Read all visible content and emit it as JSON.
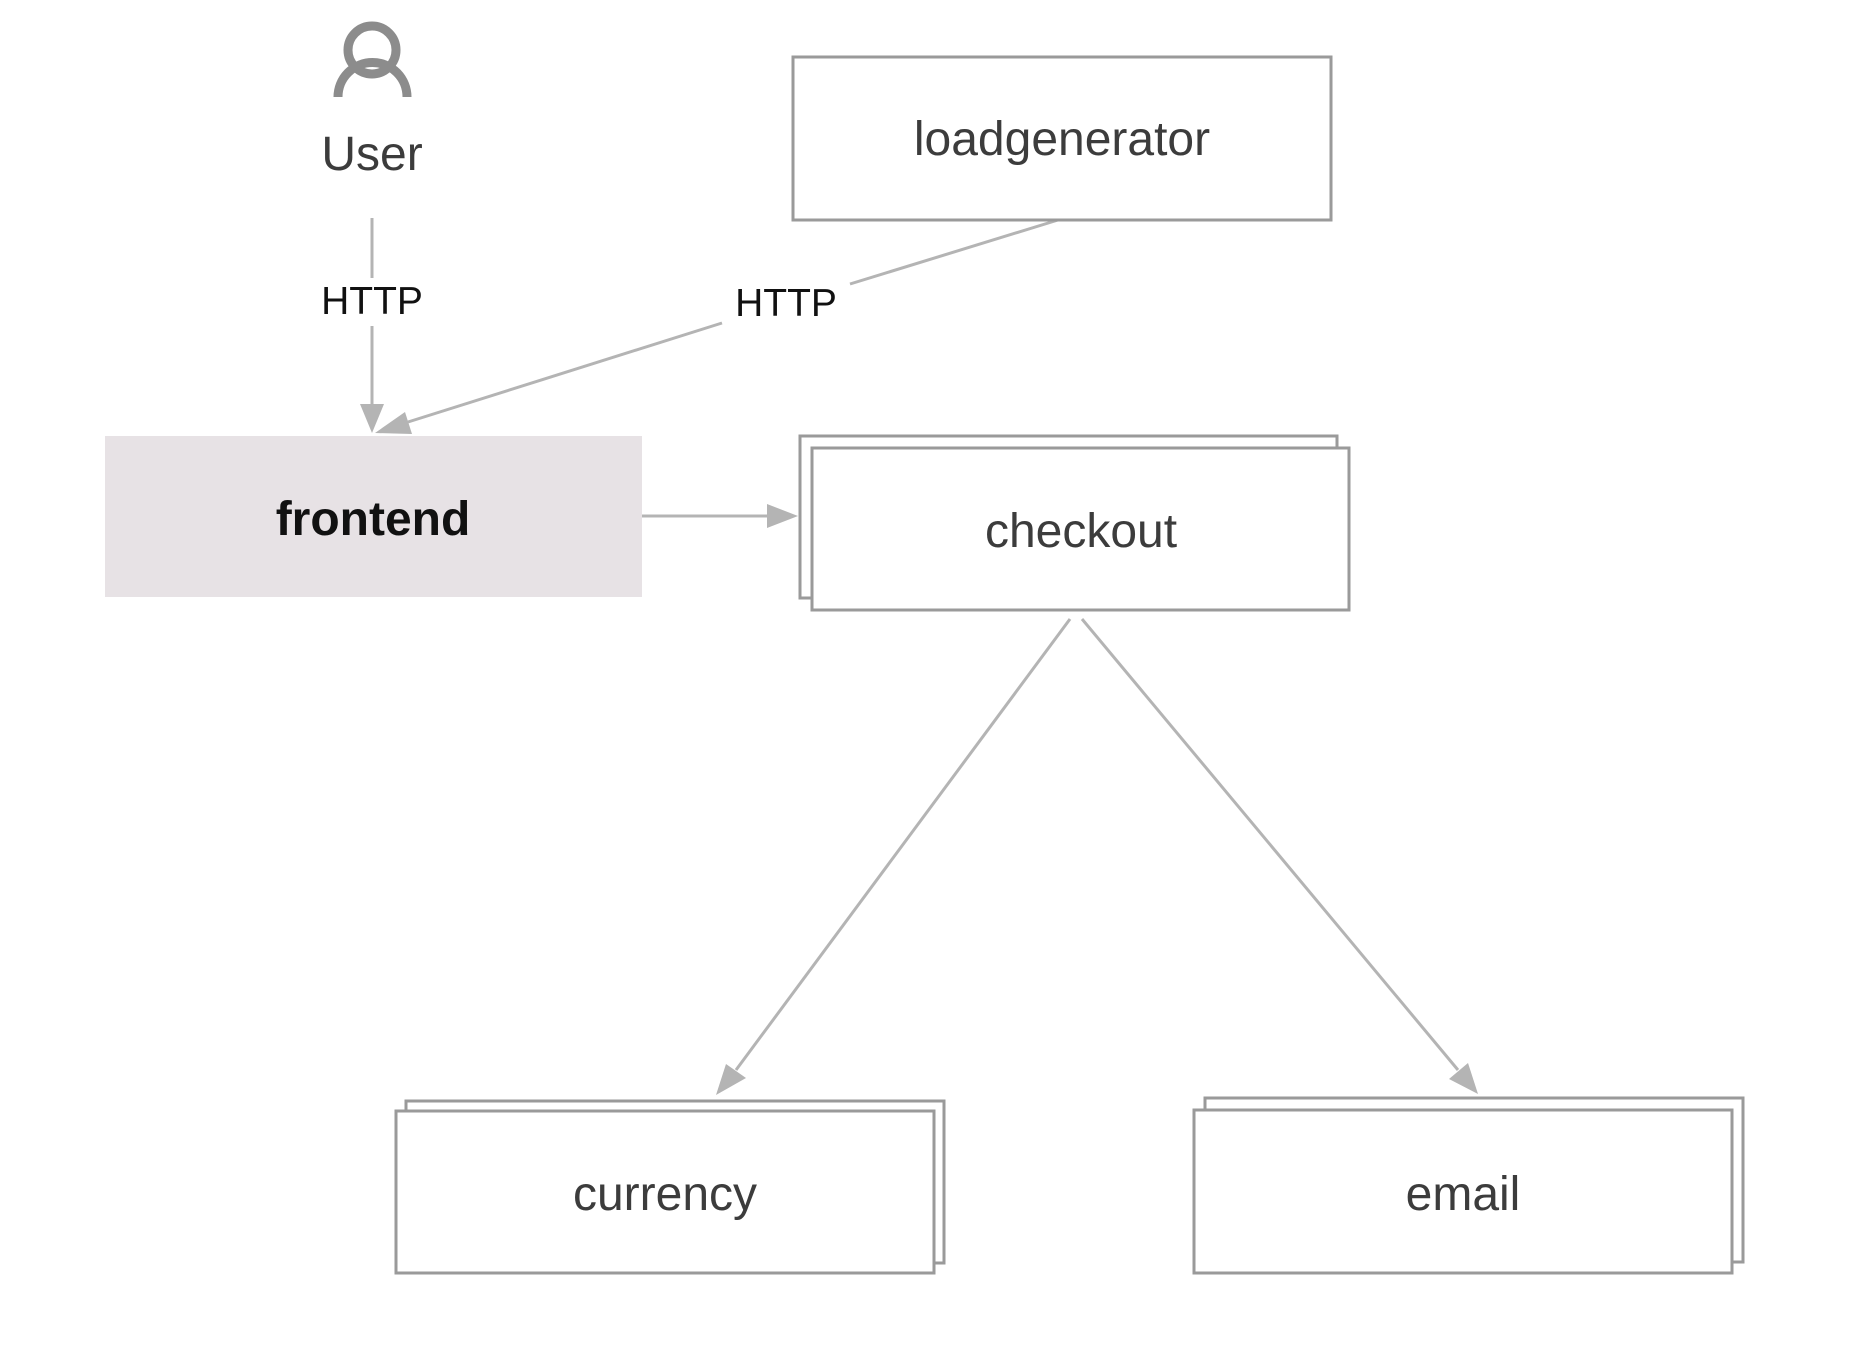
{
  "actor": {
    "label": "User",
    "icon": "user-icon"
  },
  "nodes": {
    "loadgenerator": {
      "label": "loadgenerator",
      "stacked": false
    },
    "frontend": {
      "label": "frontend",
      "highlighted": true,
      "stacked": false
    },
    "checkout": {
      "label": "checkout",
      "stacked": true
    },
    "currency": {
      "label": "currency",
      "stacked": true
    },
    "email": {
      "label": "email",
      "stacked": true
    }
  },
  "edges": {
    "user_to_frontend": {
      "from": "User",
      "to": "frontend",
      "label": "HTTP"
    },
    "loadgenerator_to_frontend": {
      "from": "loadgenerator",
      "to": "frontend",
      "label": "HTTP"
    },
    "frontend_to_checkout": {
      "from": "frontend",
      "to": "checkout",
      "label": ""
    },
    "checkout_to_currency": {
      "from": "checkout",
      "to": "currency",
      "label": ""
    },
    "checkout_to_email": {
      "from": "checkout",
      "to": "email",
      "label": ""
    }
  },
  "colors": {
    "highlight_fill": "#e7e2e5",
    "box_stroke": "#9a9a9a",
    "edge_stroke": "#b4b4b4",
    "icon_stroke": "#8c8c8c"
  }
}
